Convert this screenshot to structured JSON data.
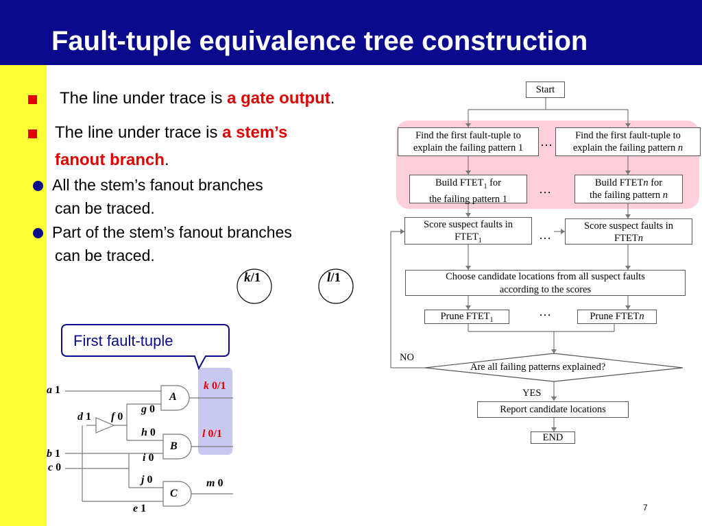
{
  "slide": {
    "title": "Fault-tuple equivalence tree construction",
    "page_number": "7"
  },
  "bullets": {
    "b1_prefix": "The line under trace is ",
    "b1_highlight": "a gate output",
    "b1_suffix": ".",
    "b2_prefix": "The line under trace is ",
    "b2_highlight_1": "a stem’s",
    "b2_highlight_2": "fanout branch",
    "b2_suffix": ".",
    "sub1_line1": "All the stem’s fanout branches",
    "sub1_line2": "can be traced.",
    "sub2_line1": "Part of the stem’s fanout branches",
    "sub2_line2": "can be traced."
  },
  "nodes": {
    "k_var": "k",
    "k_val": "/1",
    "l_var": "l",
    "l_val": "/1"
  },
  "callout": {
    "text": "First fault-tuple"
  },
  "circuit": {
    "a": "a",
    "a_val": "1",
    "d": "d",
    "d_val": "1",
    "f": "f",
    "f_val": "0",
    "b": "b",
    "b_val": "1",
    "c": "c",
    "c_val": "0",
    "e": "e",
    "e_val": "1",
    "g": "g",
    "g_val": "0",
    "h": "h",
    "h_val": "0",
    "i": "i",
    "i_val": "0",
    "j": "j",
    "j_val": "0",
    "gate_A": "A",
    "gate_B": "B",
    "gate_C": "C",
    "k": "k",
    "k_val": "0/1",
    "l": "l",
    "l_val": "0/1",
    "m": "m",
    "m_val": "0"
  },
  "flowchart": {
    "start": "Start",
    "find1_line1": "Find the first fault-tuple to",
    "find1_line2": "explain the failing pattern 1",
    "findn_line1": "Find the first fault-tuple to",
    "findn_line2_text": "explain the failing pattern ",
    "findn_line2_var": "n",
    "build1_line1_text": "Build FTET",
    "build1_line1_sub": "1",
    "build1_line1_suffix": " for",
    "build1_line2": "the failing pattern 1",
    "buildn_line1_text": "Build FTET",
    "buildn_line1_var": "n",
    "buildn_line1_suffix": " for",
    "buildn_line2_text": "the failing pattern ",
    "buildn_line2_var": "n",
    "score1_line1": "Score suspect faults in",
    "score1_line2_text": "FTET",
    "score1_line2_sub": "1",
    "scoren_line1": "Score suspect faults in",
    "scoren_line2_text": "FTET",
    "scoren_line2_var": "n",
    "choose_line1": "Choose candidate locations from all suspect faults",
    "choose_line2": "according to the scores",
    "prune1_text": "Prune FTET",
    "prune1_sub": "1",
    "prunen_text": "Prune FTET",
    "prunen_var": "n",
    "decision": "Are all failing patterns explained?",
    "no_label": "NO",
    "yes_label": "YES",
    "report": "Report candidate locations",
    "end": "END",
    "ellipsis": "…"
  }
}
